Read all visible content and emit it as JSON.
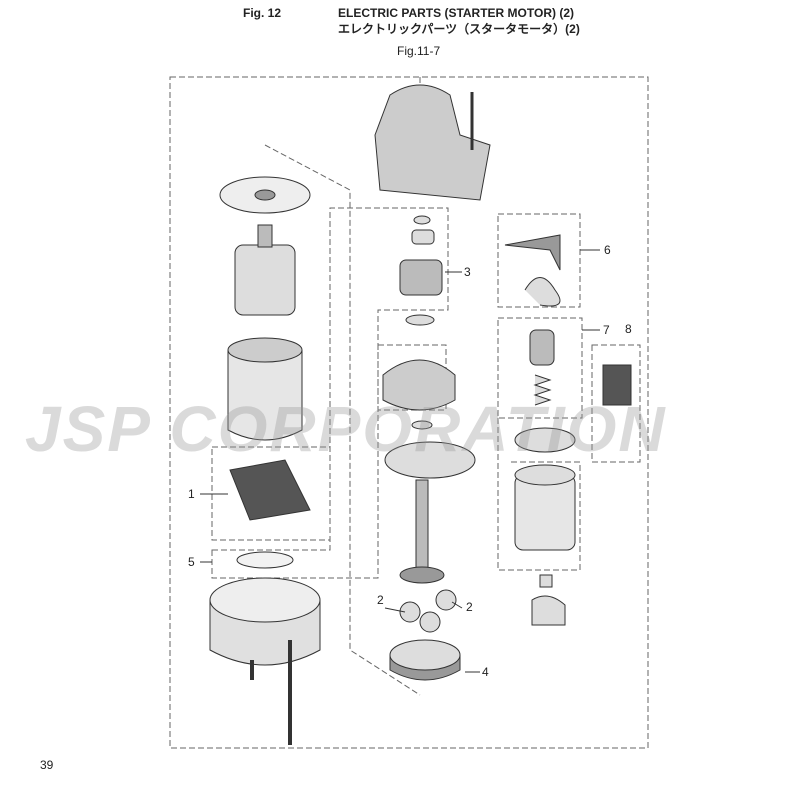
{
  "header": {
    "fig": "Fig. 12",
    "title": "ELECTRIC PARTS (STARTER MOTOR) (2)",
    "title_jp": "エレクトリックパーツ（スタータモータ）(2)",
    "reference": "Fig.11-7"
  },
  "callouts": [
    "1",
    "2",
    "2",
    "3",
    "4",
    "5",
    "6",
    "7",
    "8"
  ],
  "watermark": "JSP CORPORATION",
  "page_number": "39"
}
